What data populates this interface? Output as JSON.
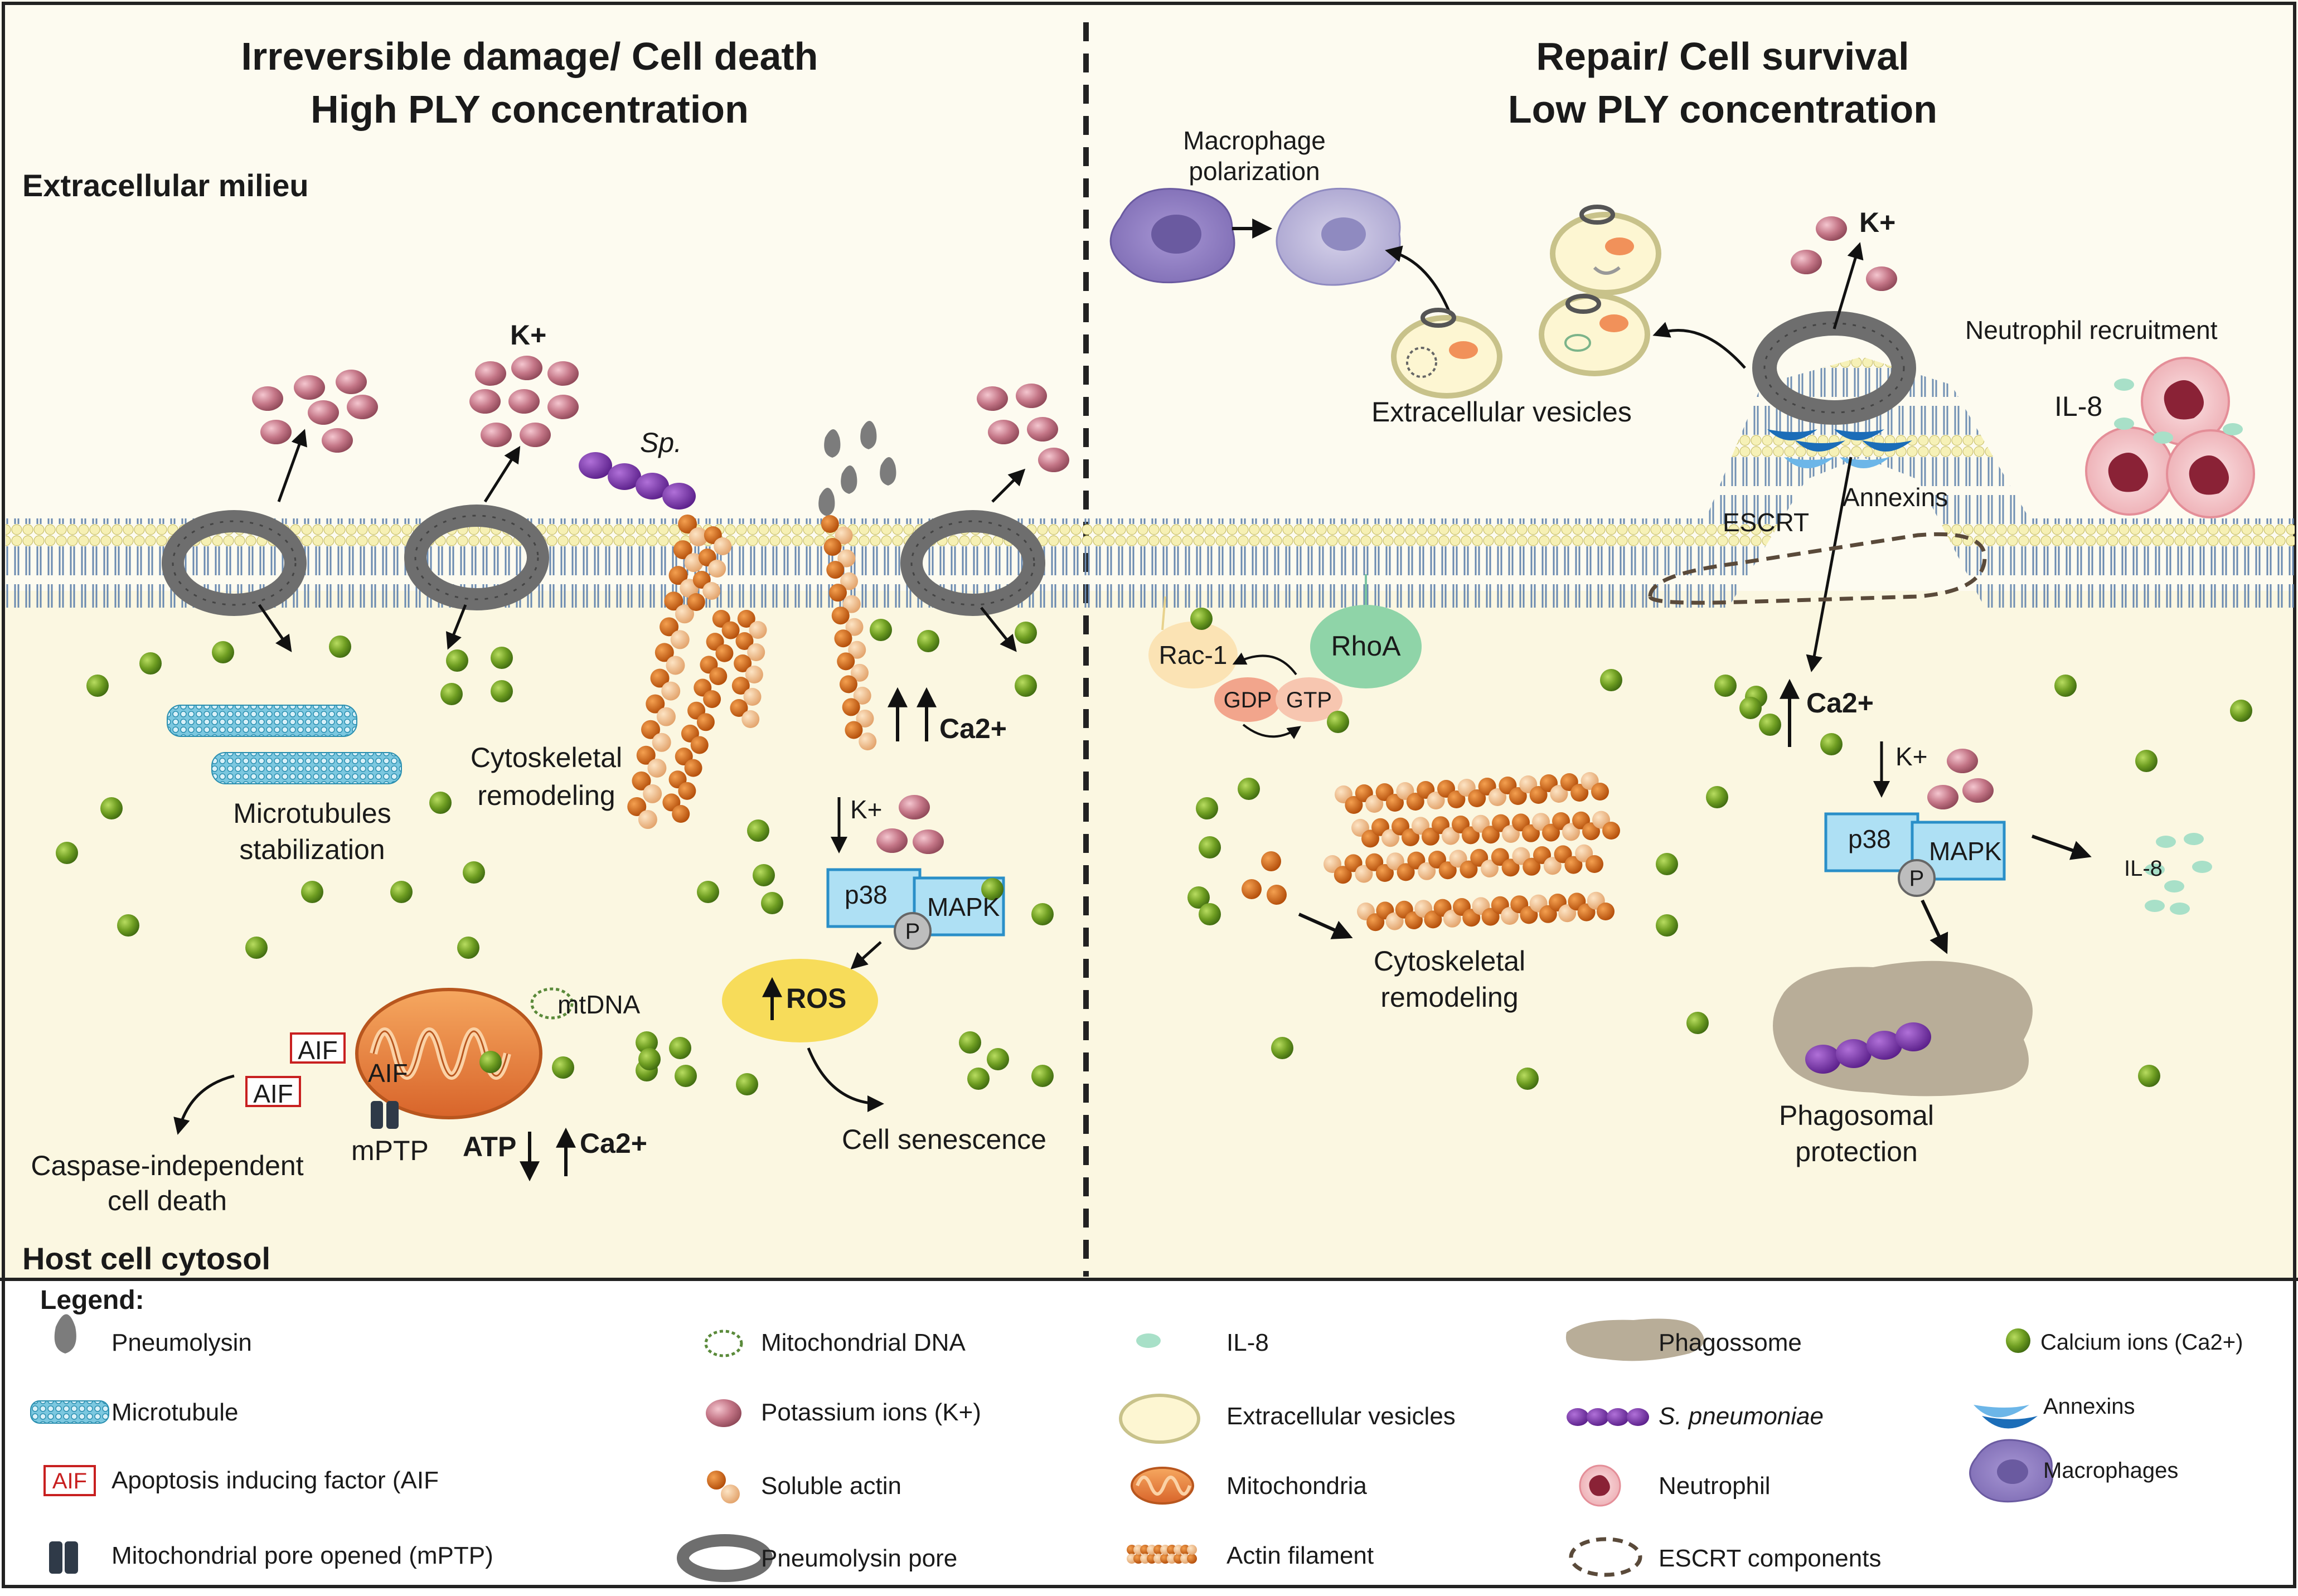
{
  "left_panel": {
    "title_line1": "Irreversible damage/ Cell death",
    "title_line2": "High PLY concentration",
    "extracellular_label": "Extracellular milieu",
    "cytosol_label": "Host cell cytosol",
    "k_plus": "K+",
    "sp": "Sp.",
    "microtubules_line1": "Microtubules",
    "microtubules_line2": "stabilization",
    "cytoskeletal_line1": "Cytoskeletal",
    "cytoskeletal_line2": "remodeling",
    "ca2_plus": "Ca2+",
    "k_plus_small": "K+",
    "p38": "p38",
    "mapk": "MAPK",
    "p": "P",
    "ros": "ROS",
    "cell_senescence": "Cell senescence",
    "mtdna": "mtDNA",
    "aif": "AIF",
    "aif_box1": "AIF",
    "aif_box2": "AIF",
    "mptp": "mPTP",
    "atp": "ATP",
    "ca2_mito": "Ca2+",
    "caspase_line1": "Caspase-independent",
    "caspase_line2": "cell death"
  },
  "right_panel": {
    "title_line1": "Repair/ Cell survival",
    "title_line2": "Low PLY concentration",
    "macrophage_line1": "Macrophage",
    "macrophage_line2": "polarization",
    "k_plus": "K+",
    "extracellular_vesicles": "Extracellular vesicles",
    "neutrophil_recruitment": "Neutrophil recruitment",
    "il8": "IL-8",
    "annexins": "Annexins",
    "escrt": "ESCRT",
    "rac1": "Rac-1",
    "rhoa": "RhoA",
    "gdp": "GDP",
    "gtp": "GTP",
    "ca2_plus": "Ca2+",
    "k_plus_small": "K+",
    "p38": "p38",
    "mapk": "MAPK",
    "p": "P",
    "il8_small": "IL-8",
    "cytoskeletal_line1": "Cytoskeletal",
    "cytoskeletal_line2": "remodeling",
    "phagosomal_line1": "Phagosomal",
    "phagosomal_line2": "protection"
  },
  "legend": {
    "title": "Legend:",
    "items": [
      {
        "label": "Pneumolysin",
        "icon": "pneumolysin-icon"
      },
      {
        "label": "Microtubule",
        "icon": "microtubule-icon"
      },
      {
        "label": "Apoptosis inducing factor (AIF",
        "icon": "aif-box-icon",
        "icon_text": "AIF"
      },
      {
        "label": "Mitochondrial pore opened (mPTP)",
        "icon": "mptp-icon"
      },
      {
        "label": "Mitochondrial DNA",
        "icon": "mtdna-icon"
      },
      {
        "label": "Potassium ions (K+)",
        "icon": "potassium-icon"
      },
      {
        "label": "Soluble actin",
        "icon": "soluble-actin-icon"
      },
      {
        "label": "Pneumolysin pore",
        "icon": "pore-icon"
      },
      {
        "label": "IL-8",
        "icon": "il8-icon"
      },
      {
        "label": "Extracellular vesicles",
        "icon": "vesicle-icon"
      },
      {
        "label": "Mitochondria",
        "icon": "mitochondria-icon"
      },
      {
        "label": "Actin filament",
        "icon": "actin-filament-icon"
      },
      {
        "label": "Phagossome",
        "icon": "phagosome-icon"
      },
      {
        "label": "S. pneumoniae",
        "icon": "s-pneumoniae-icon"
      },
      {
        "label": "Neutrophil",
        "icon": "neutrophil-icon"
      },
      {
        "label": "ESCRT components",
        "icon": "escrt-icon"
      },
      {
        "label": "Calcium ions (Ca2+)",
        "icon": "calcium-icon"
      },
      {
        "label": "Annexins",
        "icon": "annexins-icon"
      },
      {
        "label": "Macrophages",
        "icon": "macrophage-icon"
      }
    ]
  },
  "colors": {
    "cytosol": "#fcf9e6",
    "extracellular": "#fdfaec",
    "calcium": "#5a8a1a",
    "potassium": "#b06070",
    "pore": "#6e6e6e",
    "actin_dark": "#c85a10",
    "actin_light": "#f0b478",
    "microtubule": "#3fa9c9",
    "p38_box": "#aee0f4",
    "ros": "#f7dc5a",
    "spneumoniae": "#6a2b9a",
    "il8": "#a8e0c8",
    "annexin": "#1b6db8",
    "macrophage": "#8f80c0",
    "phagosome": "#b8ad98",
    "neutrophil": "#f6c8cc"
  }
}
